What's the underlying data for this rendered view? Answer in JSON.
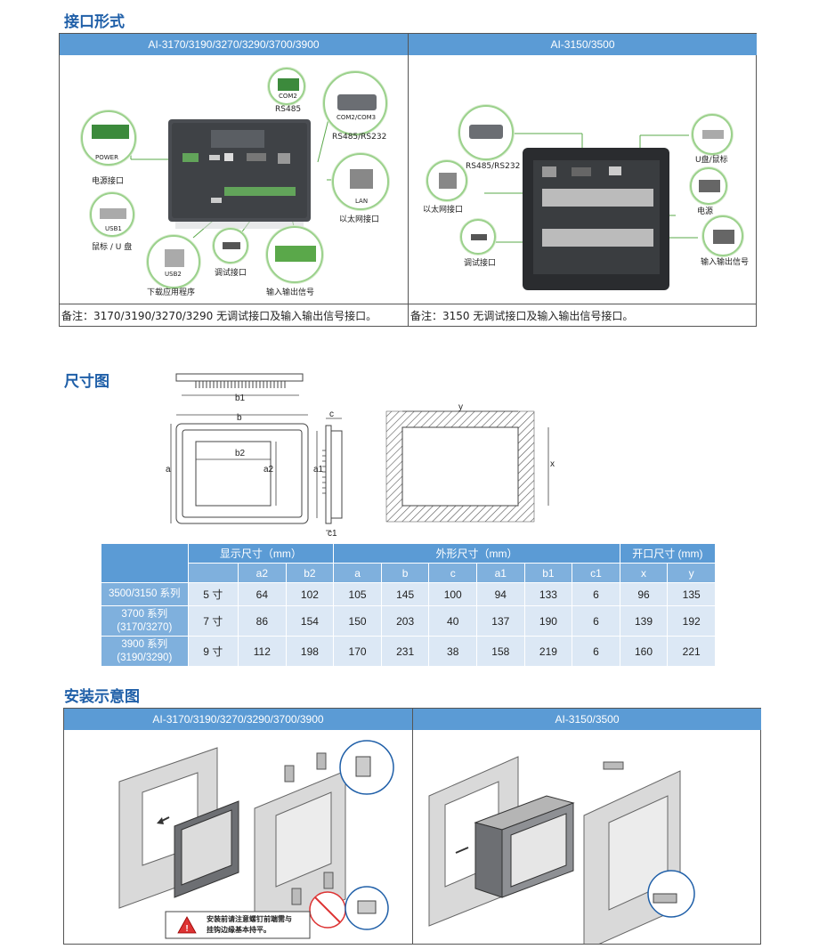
{
  "sections": {
    "interface": "接口形式",
    "dimension": "尺寸图",
    "install": "安装示意图"
  },
  "interface_panel": {
    "left_header": "AI-3170/3190/3270/3290/3700/3900",
    "right_header": "AI-3150/3500",
    "left_note": "备注：3170/3190/3270/3290 无调试接口及输入输出信号接口。",
    "right_note": "备注：3150 无调试接口及输入输出信号接口。",
    "left_labels": {
      "com2_port": "COM2",
      "rs485": "RS485",
      "com2_com3": "COM2/COM3",
      "rs485_rs232": "RS485/RS232",
      "power_port": "POWER",
      "power": "电源接口",
      "lan_port": "LAN",
      "ethernet": "以太网接口",
      "usb1_port": "USB1",
      "mouse_u": "鼠标 / U 盘",
      "usb2_port": "USB2",
      "download": "下载应用程序",
      "debug": "调试接口",
      "io": "输入输出信号"
    },
    "right_labels": {
      "rs485_rs232": "RS485/RS232",
      "ethernet": "以太网接口",
      "debug": "调试接口",
      "udisk_mouse": "U盘/鼠标",
      "power": "电源",
      "io": "输入输出信号"
    }
  },
  "dimension_drawing": {
    "b1": "b1",
    "b": "b",
    "b2": "b2",
    "a": "a",
    "a2": "a2",
    "a1": "a1",
    "c": "c",
    "c1": "c1",
    "x": "x",
    "y": "y"
  },
  "dimension_table": {
    "group_headers": [
      "显示尺寸（mm）",
      "外形尺寸（mm）",
      "开口尺寸 (mm)"
    ],
    "columns": [
      "a2",
      "b2",
      "a",
      "b",
      "c",
      "a1",
      "b1",
      "c1",
      "x",
      "y"
    ],
    "rows": [
      {
        "model": "3500/3150 系列",
        "size": "5 寸",
        "values": [
          "64",
          "102",
          "105",
          "145",
          "100",
          "94",
          "133",
          "6",
          "96",
          "135"
        ]
      },
      {
        "model": "3700 系列",
        "model2": "(3170/3270)",
        "size": "7 寸",
        "values": [
          "86",
          "154",
          "150",
          "203",
          "40",
          "137",
          "190",
          "6",
          "139",
          "192"
        ]
      },
      {
        "model": "3900 系列",
        "model2": "(3190/3290)",
        "size": "9 寸",
        "values": [
          "112",
          "198",
          "170",
          "231",
          "38",
          "158",
          "219",
          "6",
          "160",
          "221"
        ]
      }
    ]
  },
  "install_panel": {
    "left_header": "AI-3170/3190/3270/3290/3700/3900",
    "right_header": "AI-3150/3500",
    "warning_line1": "安装前请注意螺钉前端需与",
    "warning_line2": "挂钩边缘基本持平。"
  }
}
